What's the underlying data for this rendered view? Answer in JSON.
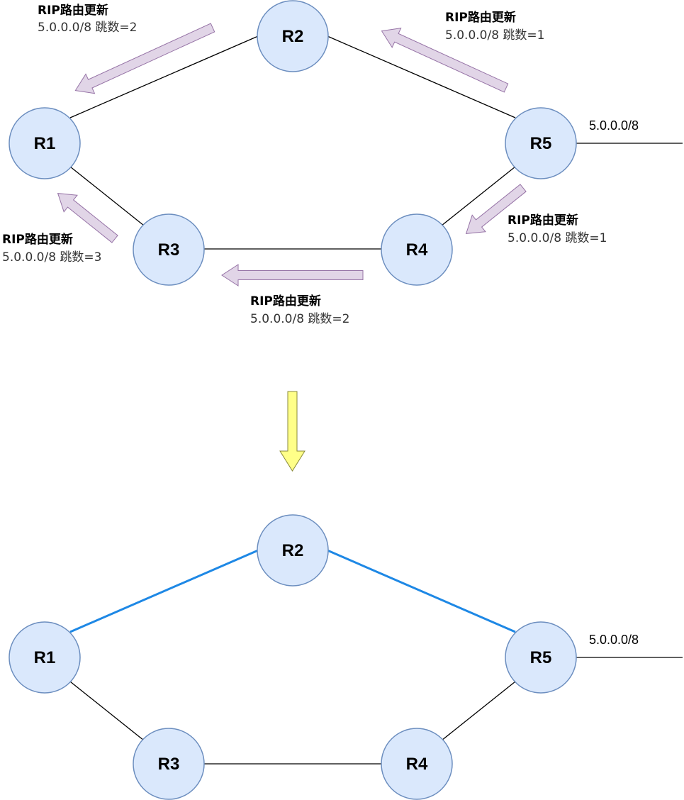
{
  "colors": {
    "node_fill": "#dae8fc",
    "node_stroke": "#6c8ebf",
    "arrow_fill": "#e1d5e7",
    "arrow_stroke": "#9673a6",
    "transition_fill": "#ffff88",
    "transition_stroke": "#8a8a3a",
    "link": "#000000",
    "highlight_link": "#1e88e5"
  },
  "icons": {
    "transition": "down-arrow-icon",
    "update": "left-arrow-icon"
  },
  "top": {
    "nodes": {
      "r1": "R1",
      "r2": "R2",
      "r3": "R3",
      "r4": "R4",
      "r5": "R5"
    },
    "network": "5.0.0.0/8",
    "updates": {
      "r2_to_r1": {
        "title": "RIP路由更新",
        "detail": "5.0.0.0/8 跳数=2"
      },
      "r5_to_r2": {
        "title": "RIP路由更新",
        "detail": "5.0.0.0/8 跳数=1"
      },
      "r3_to_r1": {
        "title": "RIP路由更新",
        "detail": "5.0.0.0/8 跳数=3"
      },
      "r5_to_r4": {
        "title": "RIP路由更新",
        "detail": "5.0.0.0/8 跳数=1"
      },
      "r4_to_r3": {
        "title": "RIP路由更新",
        "detail": "5.0.0.0/8 跳数=2"
      }
    }
  },
  "bottom": {
    "nodes": {
      "r1": "R1",
      "r2": "R2",
      "r3": "R3",
      "r4": "R4",
      "r5": "R5"
    },
    "network": "5.0.0.0/8",
    "selected_path": [
      "R1",
      "R2",
      "R5"
    ]
  }
}
